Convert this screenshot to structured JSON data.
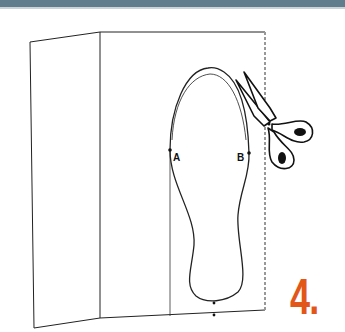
{
  "diagram": {
    "labels": [
      "A",
      "B",
      "4."
    ]
  }
}
